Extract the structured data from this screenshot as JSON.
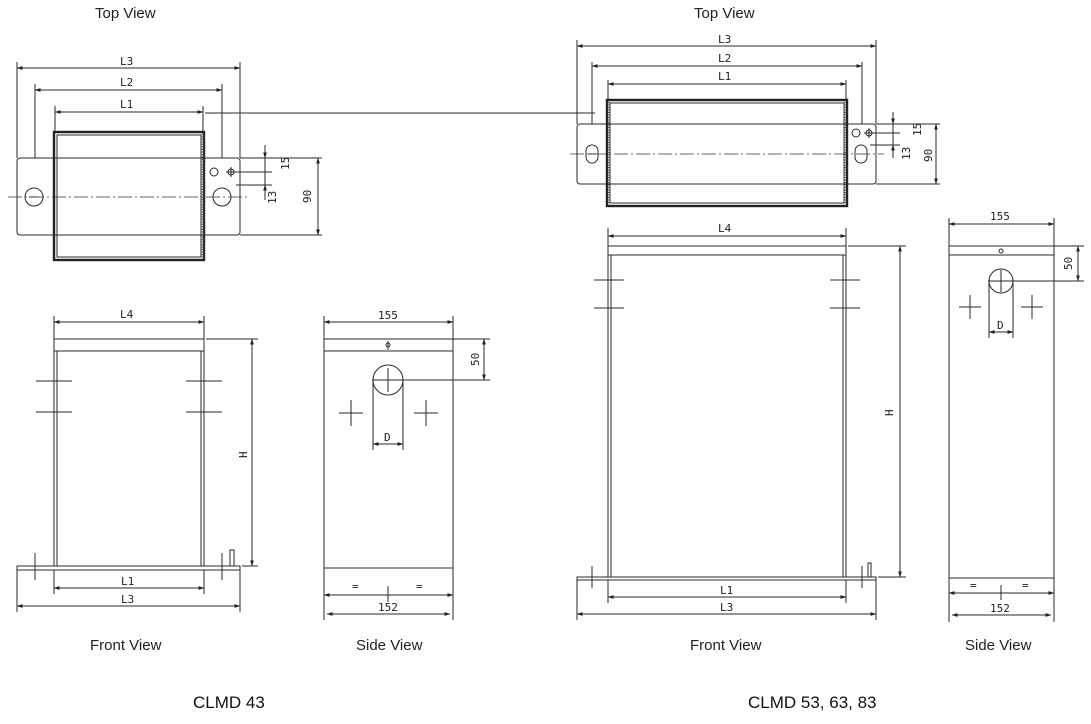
{
  "labels": {
    "top_view": "Top View",
    "front_view": "Front View",
    "side_view": "Side View"
  },
  "models": {
    "left": "CLMD 43",
    "right": "CLMD 53, 63, 83"
  },
  "dimensions": {
    "L1": "L1",
    "L2": "L2",
    "L3": "L3",
    "L4": "L4",
    "H": "H",
    "D": "D",
    "eq": "=",
    "v15": "15",
    "v13": "13",
    "v90": "90",
    "v50": "50",
    "v155": "155",
    "v152": "152"
  }
}
